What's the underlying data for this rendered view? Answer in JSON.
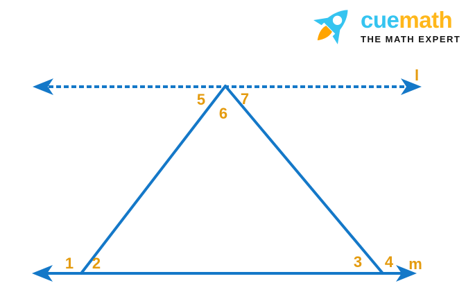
{
  "logo": {
    "brand_part1": "cue",
    "brand_part2": "math",
    "tagline": "THE MATH EXPERT",
    "colors": {
      "brand_cyan": "#35C4F0",
      "brand_amber": "#FFB71B",
      "rocket_body": "#35C4F0",
      "rocket_flame": "#FFA400",
      "tagline_text": "#151515"
    }
  },
  "diagram": {
    "description": "Triangle between two parallel horizontal lines; apex touches dashed line l, base lies on solid line m",
    "colors": {
      "line_blue": "#1478C8",
      "label_orange": "#E49B0F"
    },
    "line_l": {
      "label": "l",
      "style": "dashed"
    },
    "line_m": {
      "label": "m",
      "style": "solid"
    },
    "angle_labels": [
      "1",
      "2",
      "3",
      "4",
      "5",
      "6",
      "7"
    ]
  }
}
